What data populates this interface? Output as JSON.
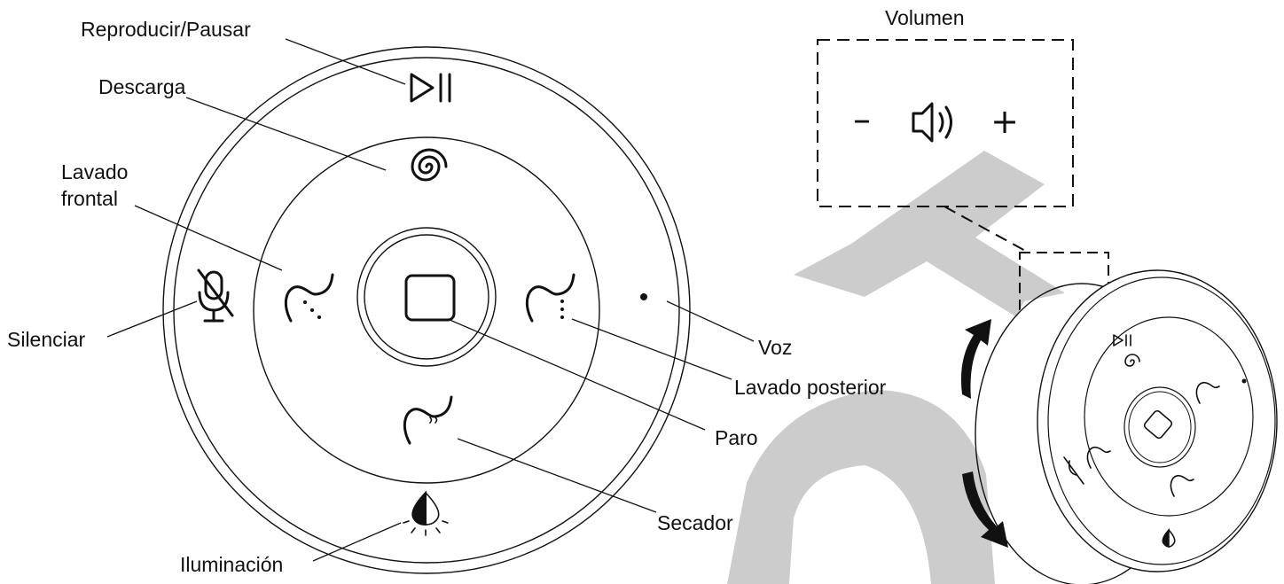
{
  "labels": {
    "play_pause": "Reproducir/Pausar",
    "flush": "Descarga",
    "front_wash_line1": "Lavado",
    "front_wash_line2": "frontal",
    "mute": "Silenciar",
    "voice": "Voz",
    "rear_wash": "Lavado posterior",
    "stop": "Paro",
    "dryer": "Secador",
    "lighting": "Iluminación",
    "volume": "Volumen"
  },
  "volume_panel": {
    "minus": "–",
    "plus": "+"
  },
  "colors": {
    "ink": "#111111",
    "watermark": "#cccccc",
    "background": "#ffffff"
  },
  "icons": {
    "play_pause": "play-pause-icon",
    "flush": "spiral-flush-icon",
    "front_wash": "front-wash-icon",
    "rear_wash": "rear-wash-icon",
    "stop": "stop-square-icon",
    "dryer": "dryer-icon",
    "mute": "mic-off-icon",
    "voice": "voice-dot-icon",
    "lighting": "light-icon",
    "volume": "speaker-icon",
    "rotate": "rotate-arrow-icon"
  }
}
